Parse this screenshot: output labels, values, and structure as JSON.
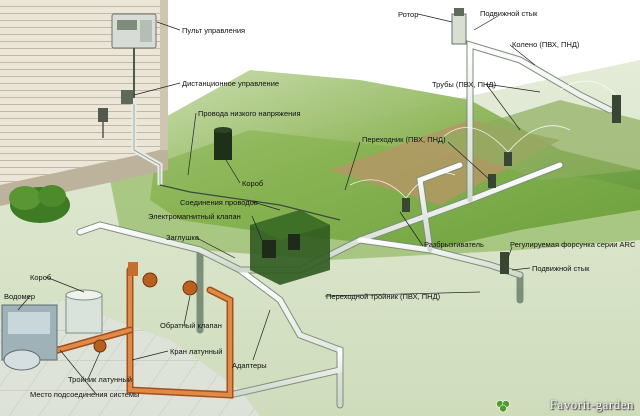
{
  "labels": {
    "controller": "Пульт управления",
    "remote": "Дистанционное управление",
    "low_voltage": "Провода низкого напряжения",
    "box_upper": "Короб",
    "wire_connection": "Соединения проводов",
    "solenoid": "Электромагнитный клапан",
    "plug": "Заглушка",
    "box_left": "Короб",
    "water_meter": "Водомер",
    "check_valve": "Обратный клапан",
    "brass_valve": "Кран латунный",
    "brass_tee": "Тройник латунный",
    "system_connection": "Место подсоединения системы",
    "adapters": "Адаптеры",
    "rotor": "Ротор",
    "swing_joint_top": "Подвижной стык",
    "elbow": "Колено (ПВХ, ПНД)",
    "pipes": "Трубы (ПВХ, ПНД)",
    "adapter_right": "Переходник (ПВХ, ПНД)",
    "sprinkler": "Разбрызгиватель",
    "arc_nozzle": "Регулируемая форсунка серии ARC",
    "swing_joint_bottom": "Подвижной стык",
    "transition_tee": "Переходной тройник (ПВХ, ПНД)"
  },
  "watermark": "Favorit-garden",
  "colors": {
    "lawn": "#6f9e3c",
    "lawn_light": "#a9c978",
    "pipe": "#e9efe6",
    "pipe_edge": "#7d8f7a",
    "brass": "#c96a2c",
    "house_siding": "#e6dfcf",
    "soil": "#b49a6a"
  }
}
